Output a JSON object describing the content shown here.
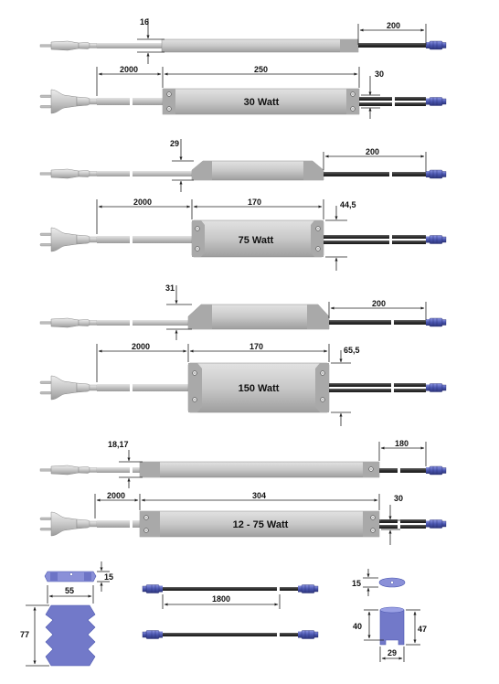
{
  "colors": {
    "housing": "#c9c9c9",
    "housing_end": "#a6a6a6",
    "cable": "#c4c4c4",
    "dc_cable": "#333333",
    "connector": "#4a56b0",
    "plug": "#cfcfcf",
    "bracket": "#7279c9"
  },
  "row1": {
    "height": "16",
    "cable_out": "200"
  },
  "row2": {
    "cable_in": "2000",
    "length": "250",
    "height": "30",
    "label": "30 Watt"
  },
  "row3": {
    "height": "29",
    "cable_out": "200"
  },
  "row4": {
    "cable_in": "2000",
    "length": "170",
    "height": "44,5",
    "label": "75 Watt"
  },
  "row5": {
    "height": "31",
    "cable_out": "200"
  },
  "row6": {
    "cable_in": "2000",
    "length": "170",
    "height": "65,5",
    "label": "150 Watt"
  },
  "row7": {
    "height": "18,17",
    "cable_out": "180"
  },
  "row8": {
    "cable_in": "2000",
    "length": "304",
    "height": "30",
    "label": "12 - 75 Watt"
  },
  "bracket": {
    "height": "15",
    "width": "55",
    "total_height": "77"
  },
  "extension": {
    "length": "1800"
  },
  "cup": {
    "top_height": "15",
    "height": "40",
    "total_height": "47",
    "width": "29"
  }
}
